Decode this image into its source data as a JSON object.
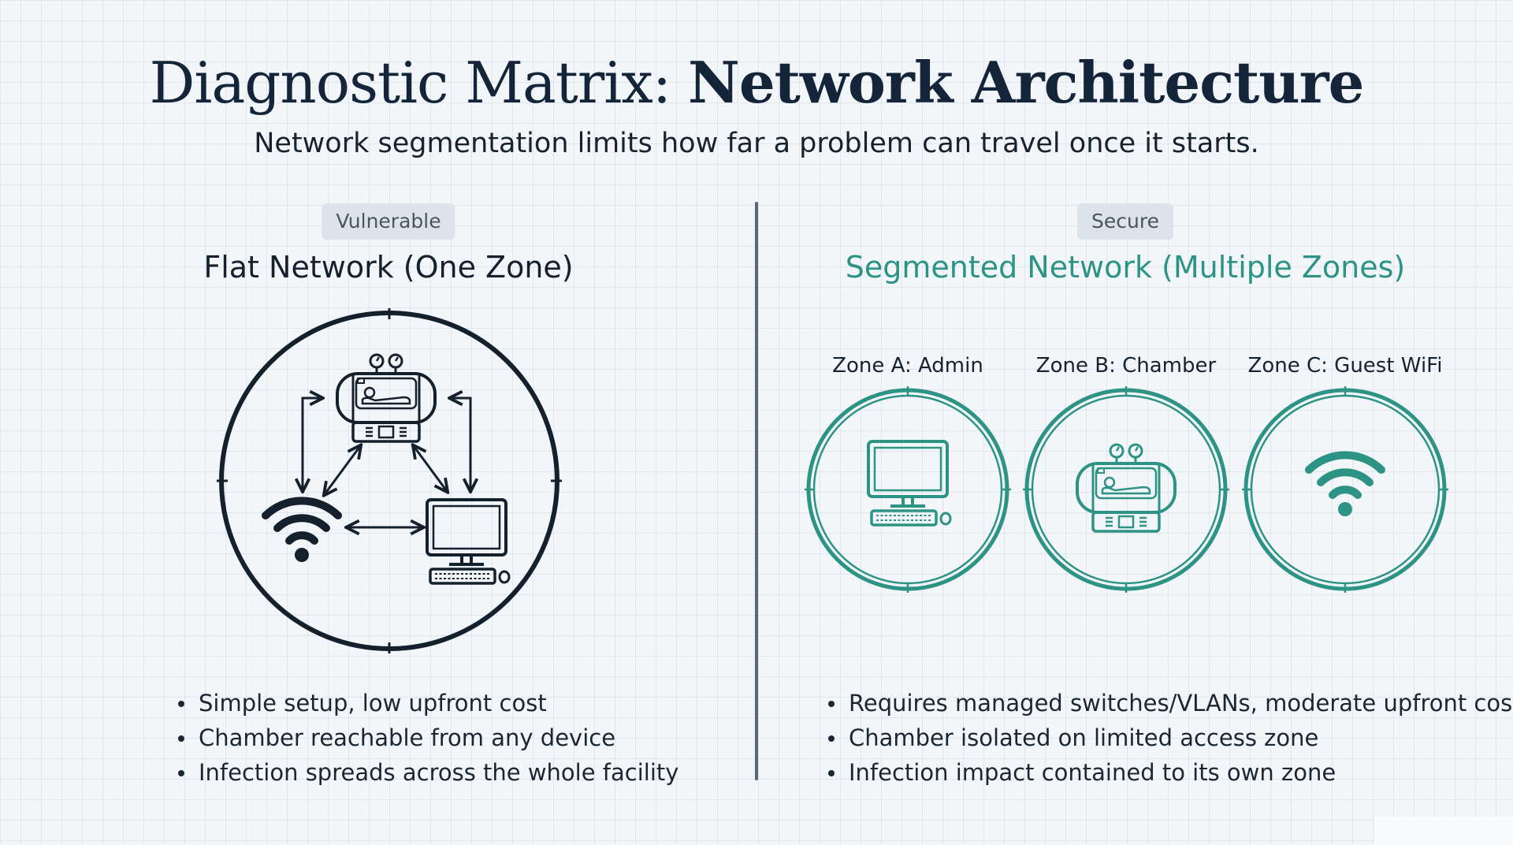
{
  "title": {
    "regular": "Diagnostic Matrix: ",
    "bold": "Network Architecture"
  },
  "subtitle": "Network segmentation limits how far a problem can travel once it starts.",
  "left_panel": {
    "badge": "Vulnerable",
    "heading": "Flat Network (One Zone)",
    "bullets": [
      "Simple setup, low upfront cost",
      "Chamber reachable from any device",
      "Infection spreads across the whole facility"
    ]
  },
  "right_panel": {
    "badge": "Secure",
    "heading": "Segmented Network (Multiple Zones)",
    "zones": [
      {
        "label": "Zone A: Admin",
        "icon": "computer-icon"
      },
      {
        "label": "Zone B: Chamber",
        "icon": "hyperbaric-chamber-icon"
      },
      {
        "label": "Zone C: Guest WiFi",
        "icon": "wifi-icon"
      }
    ],
    "bullets": [
      "Requires managed switches/VLANs, moderate upfront cost",
      "Chamber isolated on limited access zone",
      "Infection impact contained to its own zone"
    ]
  },
  "colors": {
    "dark": "#14202c",
    "teal": "#2c9385",
    "badge_bg": "#dde3ea"
  }
}
